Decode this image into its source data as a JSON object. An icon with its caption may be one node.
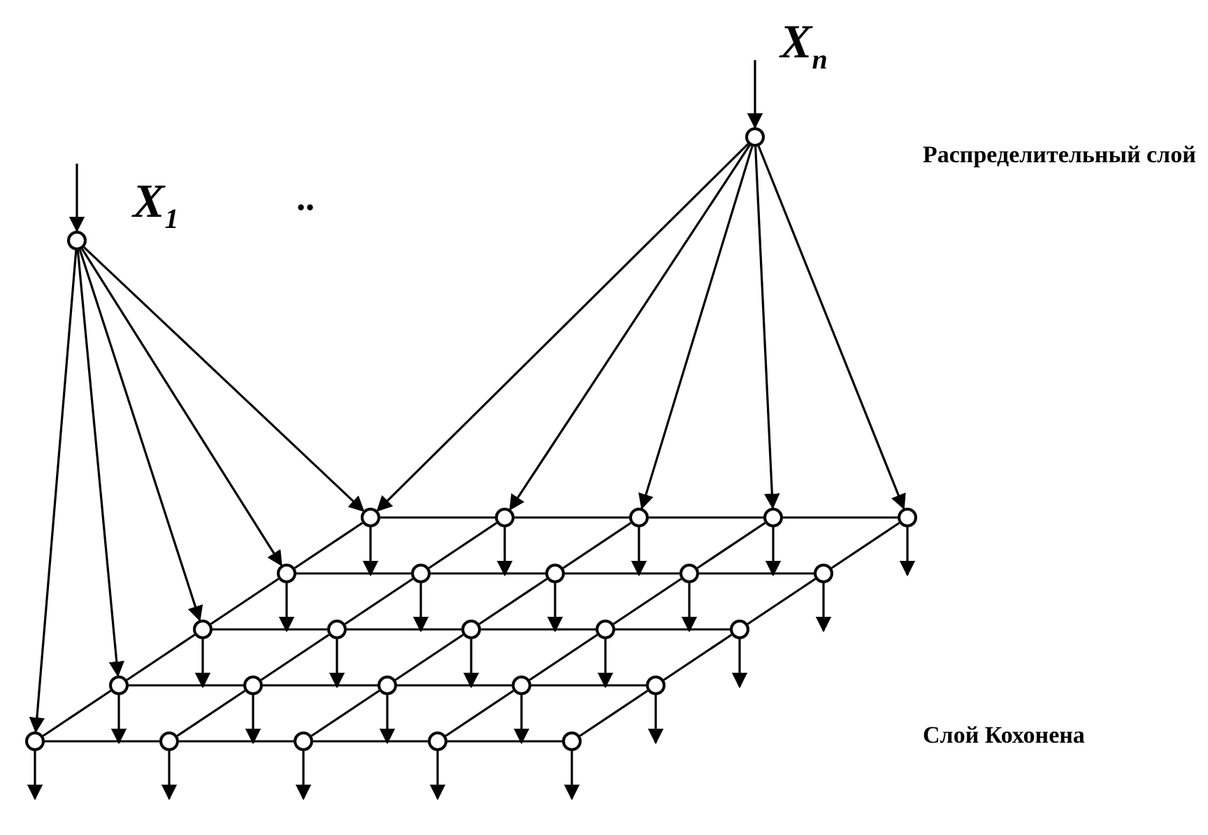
{
  "diagram": {
    "nodes": [
      {
        "text": [],
        "shape": "circle",
        "beside": [
          "X$_{1}$"
        ]
      },
      {
        "text": [],
        "shape": "circle",
        "beside": [
          "X$_{n}$"
        ]
      },
      {
        "text": [],
        "shape": "circle"
      },
      {
        "text": [],
        "shape": "circle"
      },
      {
        "text": [],
        "shape": "circle"
      },
      {
        "text": [],
        "shape": "circle"
      },
      {
        "text": [],
        "shape": "circle"
      },
      {
        "text": [],
        "shape": "circle"
      },
      {
        "text": [],
        "shape": "circle"
      },
      {
        "text": [],
        "shape": "circle"
      },
      {
        "text": [],
        "shape": "circle"
      },
      {
        "text": [],
        "shape": "circle"
      },
      {
        "text": [],
        "shape": "circle"
      },
      {
        "text": [],
        "shape": "circle"
      },
      {
        "text": [],
        "shape": "circle"
      },
      {
        "text": [],
        "shape": "circle"
      },
      {
        "text": [],
        "shape": "circle"
      },
      {
        "text": [],
        "shape": "circle"
      },
      {
        "text": [],
        "shape": "circle"
      },
      {
        "text": [],
        "shape": "circle"
      },
      {
        "text": [],
        "shape": "circle"
      },
      {
        "text": [],
        "shape": "circle"
      },
      {
        "text": [],
        "shape": "circle"
      },
      {
        "text": [],
        "shape": "circle"
      },
      {
        "text": [],
        "shape": "circle"
      },
      {
        "text": [],
        "shape": "circle"
      },
      {
        "text": [],
        "shape": "circle"
      }
    ],
    "edges": [
      {
        "from": null,
        "to": 0,
        "arrow": "to"
      },
      {
        "from": null,
        "to": 1,
        "arrow": "to"
      },
      {
        "from": 0,
        "to": 22,
        "arrow": "to"
      },
      {
        "from": 0,
        "to": 17,
        "arrow": "to"
      },
      {
        "from": 0,
        "to": 12,
        "arrow": "to"
      },
      {
        "from": 0,
        "to": 7,
        "arrow": "to"
      },
      {
        "from": 0,
        "to": 2,
        "arrow": "to"
      },
      {
        "from": 1,
        "to": 2,
        "arrow": "to"
      },
      {
        "from": 1,
        "to": 3,
        "arrow": "to"
      },
      {
        "from": 1,
        "to": 4,
        "arrow": "to"
      },
      {
        "from": 1,
        "to": 5,
        "arrow": "to"
      },
      {
        "from": 1,
        "to": 6,
        "arrow": "to"
      },
      {
        "from": 2,
        "to": 3,
        "arrow": "none"
      },
      {
        "from": 3,
        "to": 4,
        "arrow": "none"
      },
      {
        "from": 4,
        "to": 5,
        "arrow": "none"
      },
      {
        "from": 5,
        "to": 6,
        "arrow": "none"
      },
      {
        "from": 7,
        "to": 8,
        "arrow": "none"
      },
      {
        "from": 8,
        "to": 9,
        "arrow": "none"
      },
      {
        "from": 9,
        "to": 10,
        "arrow": "none"
      },
      {
        "from": 10,
        "to": 11,
        "arrow": "none"
      },
      {
        "from": 12,
        "to": 13,
        "arrow": "none"
      },
      {
        "from": 13,
        "to": 14,
        "arrow": "none"
      },
      {
        "from": 14,
        "to": 15,
        "arrow": "none"
      },
      {
        "from": 15,
        "to": 16,
        "arrow": "none"
      },
      {
        "from": 17,
        "to": 18,
        "arrow": "none"
      },
      {
        "from": 18,
        "to": 19,
        "arrow": "none"
      },
      {
        "from": 19,
        "to": 20,
        "arrow": "none"
      },
      {
        "from": 20,
        "to": 21,
        "arrow": "none"
      },
      {
        "from": 22,
        "to": 23,
        "arrow": "none"
      },
      {
        "from": 23,
        "to": 24,
        "arrow": "none"
      },
      {
        "from": 24,
        "to": 25,
        "arrow": "none"
      },
      {
        "from": 25,
        "to": 26,
        "arrow": "none"
      },
      {
        "from": 2,
        "to": 7,
        "arrow": "none"
      },
      {
        "from": 7,
        "to": 12,
        "arrow": "none"
      },
      {
        "from": 12,
        "to": 17,
        "arrow": "none"
      },
      {
        "from": 17,
        "to": 22,
        "arrow": "none"
      },
      {
        "from": 3,
        "to": 8,
        "arrow": "none"
      },
      {
        "from": 8,
        "to": 13,
        "arrow": "none"
      },
      {
        "from": 13,
        "to": 18,
        "arrow": "none"
      },
      {
        "from": 18,
        "to": 23,
        "arrow": "none"
      },
      {
        "from": 4,
        "to": 9,
        "arrow": "none"
      },
      {
        "from": 9,
        "to": 14,
        "arrow": "none"
      },
      {
        "from": 14,
        "to": 19,
        "arrow": "none"
      },
      {
        "from": 19,
        "to": 24,
        "arrow": "none"
      },
      {
        "from": 5,
        "to": 10,
        "arrow": "none"
      },
      {
        "from": 10,
        "to": 15,
        "arrow": "none"
      },
      {
        "from": 15,
        "to": 20,
        "arrow": "none"
      },
      {
        "from": 20,
        "to": 25,
        "arrow": "none"
      },
      {
        "from": 6,
        "to": 11,
        "arrow": "none"
      },
      {
        "from": 11,
        "to": 16,
        "arrow": "none"
      },
      {
        "from": 16,
        "to": 21,
        "arrow": "none"
      },
      {
        "from": 21,
        "to": 26,
        "arrow": "none"
      },
      {
        "from": 2,
        "to": null,
        "arrow": "to"
      },
      {
        "from": 3,
        "to": null,
        "arrow": "to"
      },
      {
        "from": 4,
        "to": null,
        "arrow": "to"
      },
      {
        "from": 5,
        "to": null,
        "arrow": "to"
      },
      {
        "from": 6,
        "to": null,
        "arrow": "to"
      },
      {
        "from": 7,
        "to": null,
        "arrow": "to"
      },
      {
        "from": 8,
        "to": null,
        "arrow": "to"
      },
      {
        "from": 9,
        "to": null,
        "arrow": "to"
      },
      {
        "from": 10,
        "to": null,
        "arrow": "to"
      },
      {
        "from": 11,
        "to": null,
        "arrow": "to"
      },
      {
        "from": 12,
        "to": null,
        "arrow": "to"
      },
      {
        "from": 13,
        "to": null,
        "arrow": "to"
      },
      {
        "from": 14,
        "to": null,
        "arrow": "to"
      },
      {
        "from": 15,
        "to": null,
        "arrow": "to"
      },
      {
        "from": 16,
        "to": null,
        "arrow": "to"
      },
      {
        "from": 17,
        "to": null,
        "arrow": "to"
      },
      {
        "from": 18,
        "to": null,
        "arrow": "to"
      },
      {
        "from": 19,
        "to": null,
        "arrow": "to"
      },
      {
        "from": 20,
        "to": null,
        "arrow": "to"
      },
      {
        "from": 21,
        "to": null,
        "arrow": "to"
      },
      {
        "from": 22,
        "to": null,
        "arrow": "to"
      },
      {
        "from": 23,
        "to": null,
        "arrow": "to"
      },
      {
        "from": 24,
        "to": null,
        "arrow": "to"
      },
      {
        "from": 25,
        "to": null,
        "arrow": "to"
      },
      {
        "from": 26,
        "to": null,
        "arrow": "to"
      }
    ],
    "labels": [
      "..",
      "Распределительный слой",
      "Слой Кохонена"
    ]
  }
}
